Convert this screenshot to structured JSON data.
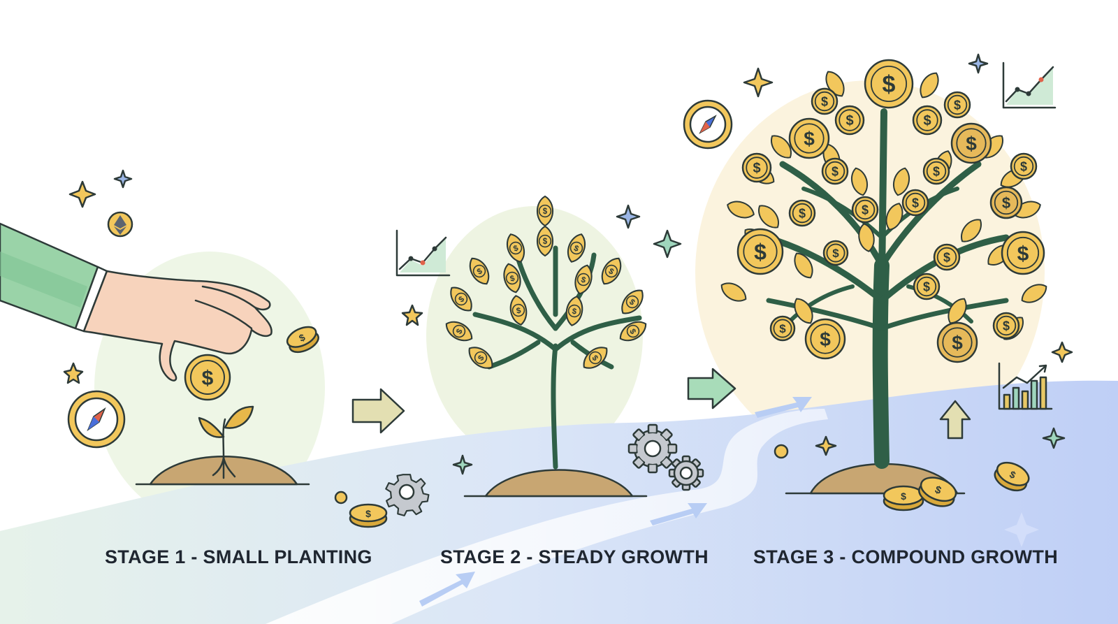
{
  "stages": [
    {
      "label": "STAGE 1 - SMALL PLANTING"
    },
    {
      "label": "STAGE 2 - STEADY GROWTH"
    },
    {
      "label": "STAGE 3 - COMPOUND GROWTH"
    }
  ],
  "coin_symbol": "$",
  "icons": {
    "hand": "hand-icon",
    "coin": "dollar-coin-icon",
    "compass": "compass-icon",
    "ethereum": "ethereum-icon",
    "gear": "gear-icon",
    "arrow": "arrow-right-icon",
    "up_arrow": "arrow-up-icon",
    "line_chart": "line-chart-icon",
    "bar_chart": "bar-chart-icon",
    "sparkle": "sparkle-icon"
  },
  "colors": {
    "gold": "#f2c75c",
    "gold_dark": "#d9a93b",
    "trunk": "#2f5f47",
    "soil": "#c8a672",
    "sleeve": "#8fd0a0",
    "skin": "#f7d3bc",
    "path_blue": "#c9d7f5",
    "ink": "#2d3a38"
  }
}
